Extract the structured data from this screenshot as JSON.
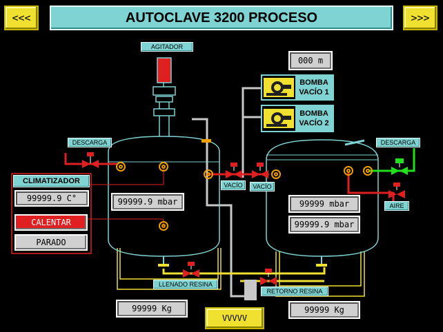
{
  "nav": {
    "prev_label": "<<<",
    "next_label": ">>>",
    "bottom_label": "VVVVV"
  },
  "title": "AUTOCLAVE 3200 PROCESO",
  "labels": {
    "agitador": "AGITADOR",
    "descarga_left": "DESCARGA",
    "descarga_right": "DESCARGA",
    "vacio_1": "VACÍO",
    "vacio_2": "VACÍO",
    "aire": "AIRE",
    "llenado_resina": "LLENADO RESINA",
    "retorno_resina": "RETORNO RESINA"
  },
  "readouts": {
    "vacuum_time": "000 m",
    "left_pressure": "99999.9 mbar",
    "right_pressure_1": "99999 mbar",
    "right_pressure_2": "99999.9 mbar",
    "left_weight": "99999 Kg",
    "right_weight": "99999 Kg"
  },
  "pumps": [
    {
      "line1": "BOMBA",
      "line2": "VACÍO 1"
    },
    {
      "line1": "BOMBA",
      "line2": "VACÍO 2"
    }
  ],
  "climatizador": {
    "title": "CLIMATIZADOR",
    "temperature": "99999.9 C°",
    "heat_button": "CALENTAR",
    "stop_button": "PARADO"
  },
  "colors": {
    "background": "#000000",
    "accent": "#7fd3d3",
    "nav_yellow": "#f0e030",
    "valve_red": "#e02020",
    "pipe_green": "#20e020",
    "pipe_yellow": "#f0e030",
    "vessel_outline": "#7fd3d3"
  }
}
